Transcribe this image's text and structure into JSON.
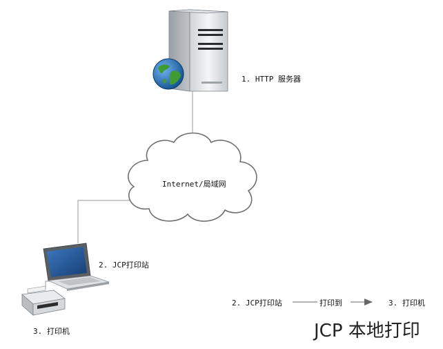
{
  "nodes": {
    "server": {
      "label": "1. HTTP 服务器"
    },
    "cloud": {
      "label": "Internet/局域网"
    },
    "laptop": {
      "label": "2. JCP打印站"
    },
    "printer": {
      "label": "3. 打印机"
    }
  },
  "legend": {
    "from": "2. JCP打印站",
    "action": "打印到",
    "to": "3. 打印机"
  },
  "title": "JCP 本地打印",
  "colors": {
    "line": "#9a9a9a",
    "server_body": "#e6e8ea",
    "globe_blue": "#1f6fb5",
    "globe_green": "#3f9c35",
    "cloud_fill": "#ffffff",
    "cloud_stroke": "#6e6e6e",
    "screen": "#1f4f8c"
  }
}
